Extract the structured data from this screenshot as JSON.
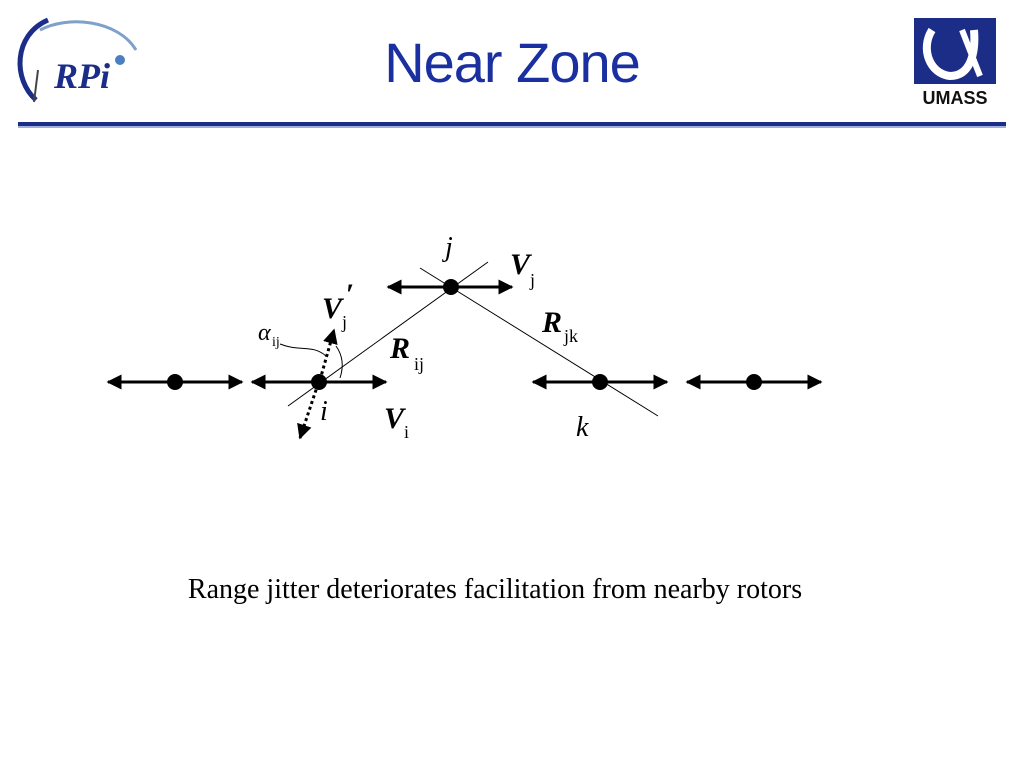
{
  "slide": {
    "title": "Near Zone",
    "caption": "Range jitter deteriorates facilitation from nearby rotors"
  },
  "logos": {
    "left": {
      "text": "RPi",
      "icon": "rpi-logo-icon"
    },
    "right": {
      "text": "UMASS",
      "icon": "umass-logo-icon"
    }
  },
  "diagram": {
    "labels": {
      "node_i": "i",
      "node_j": "j",
      "node_k": "k",
      "v_i": "V",
      "v_i_sub": "i",
      "v_j": "V",
      "v_j_sub": "j",
      "v_j_prime": "V",
      "v_j_prime_mark": "′",
      "v_j_prime_sub": "j",
      "r_ij": "R",
      "r_ij_sub": "ij",
      "r_jk": "R",
      "r_jk_sub": "jk",
      "alpha": "α",
      "alpha_sub": "ij"
    }
  },
  "colors": {
    "title": "#1a2fa0",
    "rule": "#1b2d86",
    "ink": "#000000"
  }
}
